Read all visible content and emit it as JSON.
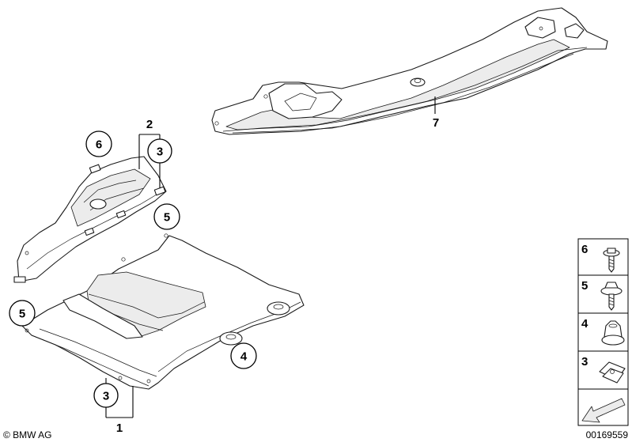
{
  "diagram": {
    "callouts": {
      "c6": "6",
      "c3_top": "3",
      "c5_top": "5",
      "c5_left": "5",
      "c4": "4",
      "c3_bottom": "3"
    },
    "plain_labels": {
      "l2": "2",
      "l7": "7",
      "l1": "1"
    },
    "legend": [
      {
        "number": "6",
        "icon": "screw-with-washer-icon"
      },
      {
        "number": "5",
        "icon": "hex-screw-with-washer-icon"
      },
      {
        "number": "4",
        "icon": "plastic-nut-icon"
      },
      {
        "number": "3",
        "icon": "clip-nut-icon"
      },
      {
        "number": "",
        "icon": "arrow-direction-icon"
      }
    ],
    "copyright": "© BMW AG",
    "diagram_id": "00169559"
  }
}
